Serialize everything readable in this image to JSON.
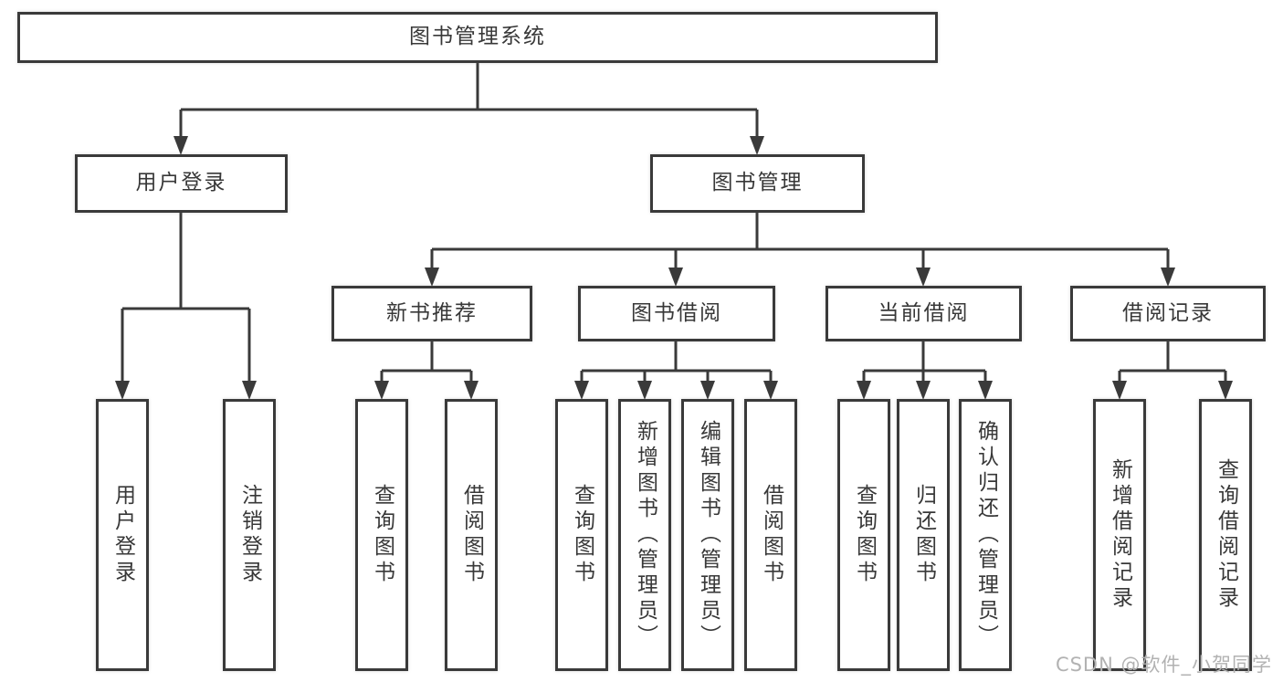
{
  "diagram": {
    "title": "图书管理系统",
    "watermark": "CSDN @软件_小贺同学",
    "colors": {
      "line": "#3a3a3a",
      "box_border": "#3a3a3a",
      "box_background": "#ffffff",
      "text": "#383838",
      "watermark": "#b2b2b2",
      "page_background": "#ffffff"
    },
    "nodes": {
      "root": {
        "label": "图书管理系统",
        "children": [
          "user_login",
          "book_management"
        ]
      },
      "user_login": {
        "label": "用户登录",
        "children": [
          "leaf_user_login",
          "leaf_logout"
        ]
      },
      "book_management": {
        "label": "图书管理",
        "children": [
          "new_book_recommend",
          "book_borrowing",
          "current_borrowing",
          "borrowing_records"
        ]
      },
      "new_book_recommend": {
        "label": "新书推荐",
        "children": [
          "leaf_query_book_1",
          "leaf_borrow_book_1"
        ]
      },
      "book_borrowing": {
        "label": "图书借阅",
        "children": [
          "leaf_query_book_2",
          "leaf_add_book",
          "leaf_edit_book",
          "leaf_borrow_book_2"
        ]
      },
      "current_borrowing": {
        "label": "当前借阅",
        "children": [
          "leaf_query_book_3",
          "leaf_return_book",
          "leaf_confirm_return"
        ]
      },
      "borrowing_records": {
        "label": "借阅记录",
        "children": [
          "leaf_add_borrow_record",
          "leaf_query_borrow_record"
        ]
      },
      "leaf_user_login": {
        "label": "用户登录"
      },
      "leaf_logout": {
        "label": "注销登录"
      },
      "leaf_query_book_1": {
        "label": "查询图书"
      },
      "leaf_borrow_book_1": {
        "label": "借阅图书"
      },
      "leaf_query_book_2": {
        "label": "查询图书"
      },
      "leaf_add_book": {
        "label": "新增图书（管理员）"
      },
      "leaf_edit_book": {
        "label": "编辑图书（管理员）"
      },
      "leaf_borrow_book_2": {
        "label": "借阅图书"
      },
      "leaf_query_book_3": {
        "label": "查询图书"
      },
      "leaf_return_book": {
        "label": "归还图书"
      },
      "leaf_confirm_return": {
        "label": "确认归还（管理员）"
      },
      "leaf_add_borrow_record": {
        "label": "新增借阅记录"
      },
      "leaf_query_borrow_record": {
        "label": "查询借阅记录"
      }
    }
  }
}
